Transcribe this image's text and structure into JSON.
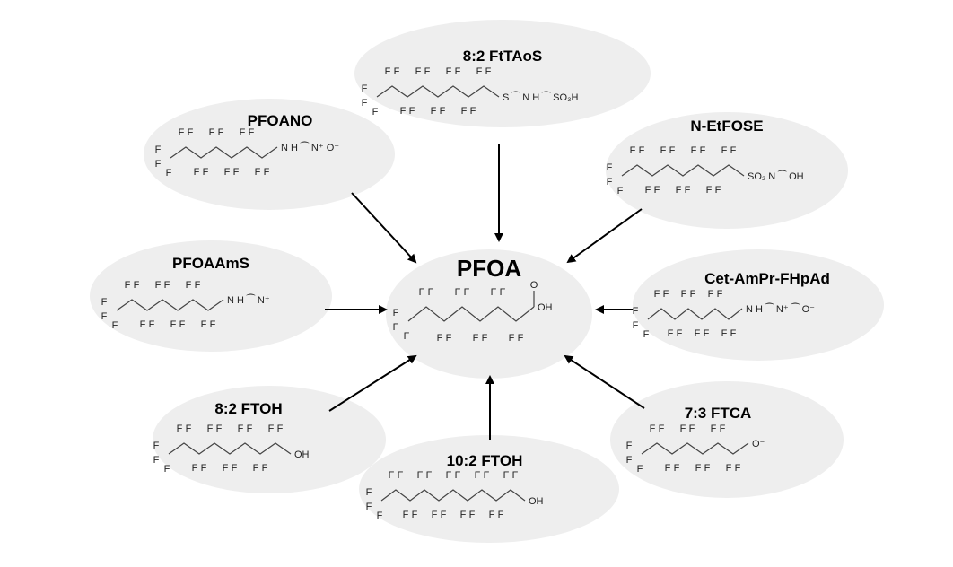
{
  "diagram": {
    "center": {
      "name": "PFOA",
      "cf_units": 7,
      "tail": "OH",
      "carbonyl": "O"
    },
    "precursors": [
      {
        "id": "ftaos",
        "name": "8:2 FtTAoS",
        "cf_units": 8,
        "tail": "S ⁀ N H ⁀ SO₃H"
      },
      {
        "id": "pfoano",
        "name": "PFOANO",
        "cf_units": 7,
        "tail": "N H ⁀ N⁺ O⁻"
      },
      {
        "id": "netfose",
        "name": "N-EtFOSE",
        "cf_units": 8,
        "tail": "SO₂ N ⁀ OH"
      },
      {
        "id": "pfoaams",
        "name": "PFOAAmS",
        "cf_units": 7,
        "tail": "N H ⁀ N⁺"
      },
      {
        "id": "cetampr",
        "name": "Cet-AmPr-FHpAd",
        "cf_units": 7,
        "tail": "N H ⁀ N⁺ ⁀ O⁻"
      },
      {
        "id": "ftoh82",
        "name": "8:2 FTOH",
        "cf_units": 8,
        "tail": "OH"
      },
      {
        "id": "ftoh102",
        "name": "10:2 FTOH",
        "cf_units": 10,
        "tail": "OH"
      },
      {
        "id": "ftca73",
        "name": "7:3 FTCA",
        "cf_units": 7,
        "tail": "O⁻"
      }
    ],
    "atom_label": "F",
    "colors": {
      "bubble": "#eeeeee",
      "arrow": "#000000",
      "bond": "#444444"
    }
  }
}
